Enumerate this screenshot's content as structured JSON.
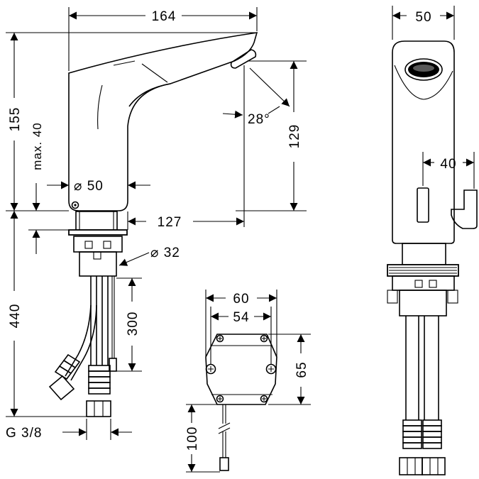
{
  "drawing": {
    "side_view": {
      "spout_length": "164",
      "total_height": "155",
      "outlet_height": "129",
      "spout_angle": "28°",
      "max_deck": "max. 40",
      "base_diameter": "⌀ 50",
      "reach": "127",
      "hole_diameter": "⌀ 32",
      "below_deck_height": "440",
      "cable_length": "300",
      "connection": "G 3/8"
    },
    "control_box": {
      "outer_width": "60",
      "inner_width": "54",
      "height": "65",
      "cable_length": "100"
    },
    "front_view": {
      "width": "50",
      "sensor_width": "40"
    }
  }
}
